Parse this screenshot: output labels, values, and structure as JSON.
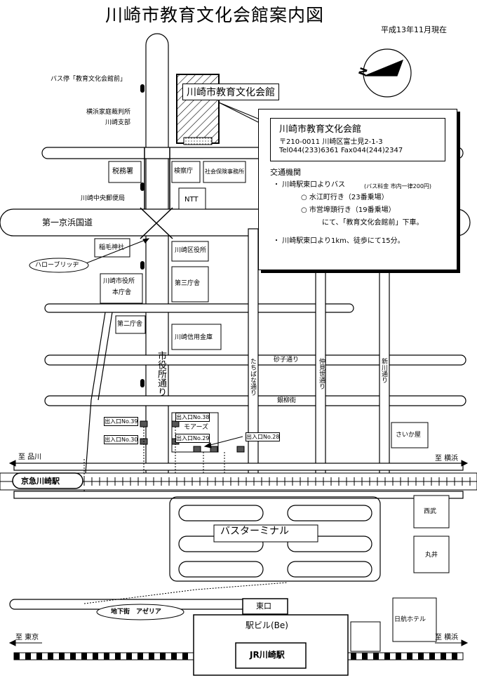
{
  "title": "川崎市教育文化会館案内図",
  "date": "平成13年11月現在",
  "north_mark": "N",
  "venue_label": "川崎市教育文化会館",
  "info": {
    "name": "川崎市教育文化会館",
    "address": "〒210-0011 川崎区富士見2-1-3",
    "tel_fax": "Tel044(233)6361 Fax044(244)2347",
    "heading": "交通機関",
    "bus_line": "・ 川崎駅東口よりバス",
    "bus_fare": "(バス料金 市内一律200円)",
    "bus_opt1": "○ 水江町行き（23番乗場）",
    "bus_opt2": "○ 市営埠頭行き（19番乗場）",
    "bus_alight": "にて、「教育文化会館前」下車。",
    "walk": "・ 川崎駅東口より1km、徒歩にて15分。"
  },
  "labels": {
    "bus_stop": "バス停「教育文化会館前」",
    "family_court": "横浜家庭裁判所",
    "family_court2": "川崎支部",
    "tax_office": "税務署",
    "kenzai_office": "検察庁",
    "social_insurance": "社会保険事務所",
    "post_office": "川崎中央郵便局",
    "ntt": "NTT",
    "route1": "第一京浜国道",
    "inage_shrine": "稲毛神社",
    "hello_bridge": "ハローブリッヂ",
    "ward_office": "川崎区役所",
    "city_hall": "川崎市役所",
    "city_hall2": "本庁舎",
    "third_bldg": "第三庁舎",
    "second_bldg": "第二庁舎",
    "shinkin": "川崎信用金庫",
    "shiyakusho_dori": "市役所通り",
    "tachibana_dori": "たちばな通り",
    "naka_dori": "仲見世通り",
    "shinkawa_dori": "新川通り",
    "sunago_dori": "砂子通り",
    "ginryu_gai": "銀柳街",
    "exit39": "出入口No.39",
    "exit38": "出入口No.38",
    "exit30": "出入口No.30",
    "exit29": "出入口No.29",
    "exit28": "出入口No.28",
    "mores": "モアーズ",
    "saikaya": "さいか屋",
    "to_shinagawa": "至 品川",
    "to_yokohama1": "至 横浜",
    "keikyu_station": "京急川崎駅",
    "seibu": "西武",
    "marui": "丸井",
    "bus_terminal": "バスターミナル",
    "higashiguchi": "東口",
    "underground": "地下街　アゼリア",
    "station_building": "駅ビル(Be)",
    "jr_station": "JR川崎駅",
    "nikko_hotel": "日航ホテル",
    "to_tokyo": "至 東京",
    "to_yokohama2": "至 横浜"
  }
}
